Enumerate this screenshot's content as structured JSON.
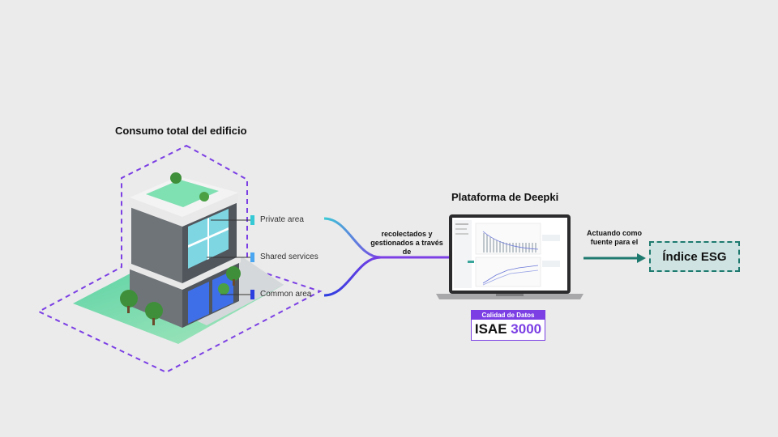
{
  "building": {
    "title": "Consumo total del edificio",
    "areas": [
      "Private area",
      "Shared services",
      "Common area"
    ]
  },
  "flow": {
    "middle_label_lines": [
      "recolectados y",
      "gestionados a través",
      "de"
    ],
    "platform_title": "Plataforma de Deepki",
    "arrow_label_lines": [
      "Actuando como",
      "fuente para el"
    ],
    "esg_label": "Índice ESG"
  },
  "certification": {
    "top_label": "Calidad de Datos",
    "name": "ISAE",
    "number": "3000"
  },
  "colors": {
    "purple": "#7b3fe4",
    "teal": "#1e7a6f",
    "cyan": "#35c9d6",
    "blue": "#2b3ee0",
    "esg_fill": "#cfe4e2"
  }
}
